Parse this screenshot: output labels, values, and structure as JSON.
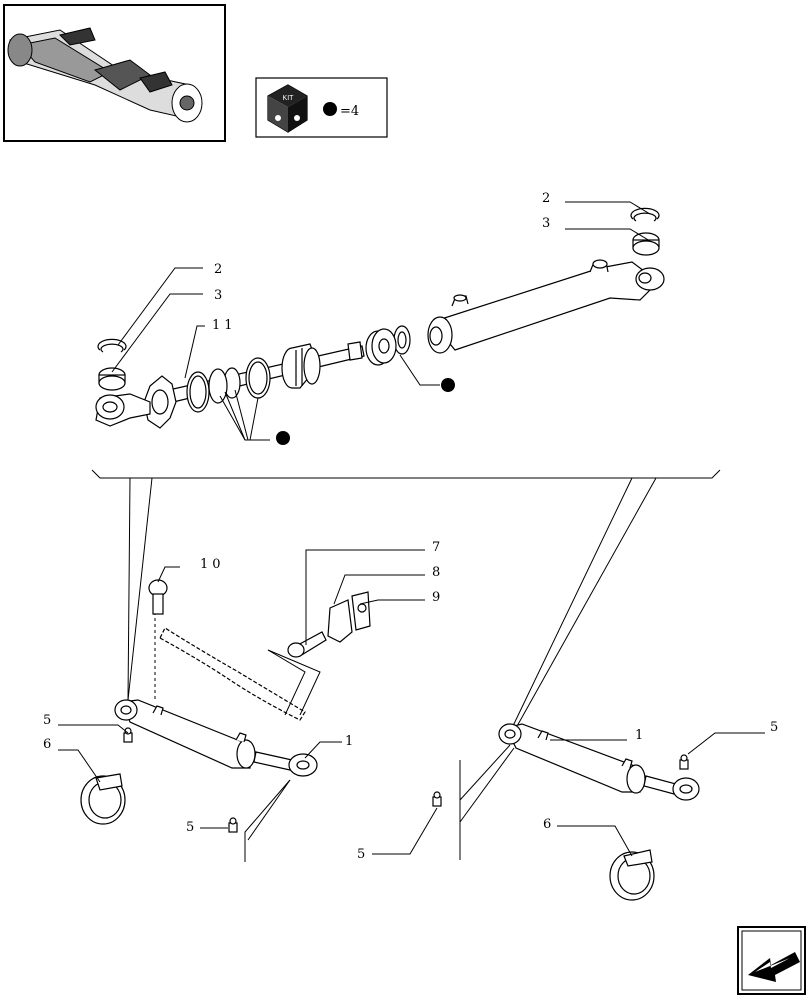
{
  "kit_box": {
    "kit_label": "KIT",
    "equals_text": "=4"
  },
  "callouts": {
    "c2a": "2",
    "c3a": "3",
    "c2b": "2",
    "c3b": "3",
    "c11": "11",
    "c10": "10",
    "c7": "7",
    "c8": "8",
    "c9": "9",
    "c5a": "5",
    "c6a": "6",
    "c1a": "1",
    "c5b": "5",
    "c1b": "1",
    "c5c": "5",
    "c5d": "5",
    "c6b": "6"
  },
  "icons": {
    "overview": "axle-thumbnail-icon",
    "kit": "kit-cube-icon",
    "nav": "next-page-arrow-icon"
  },
  "colors": {
    "line": "#000000",
    "background": "#ffffff"
  }
}
